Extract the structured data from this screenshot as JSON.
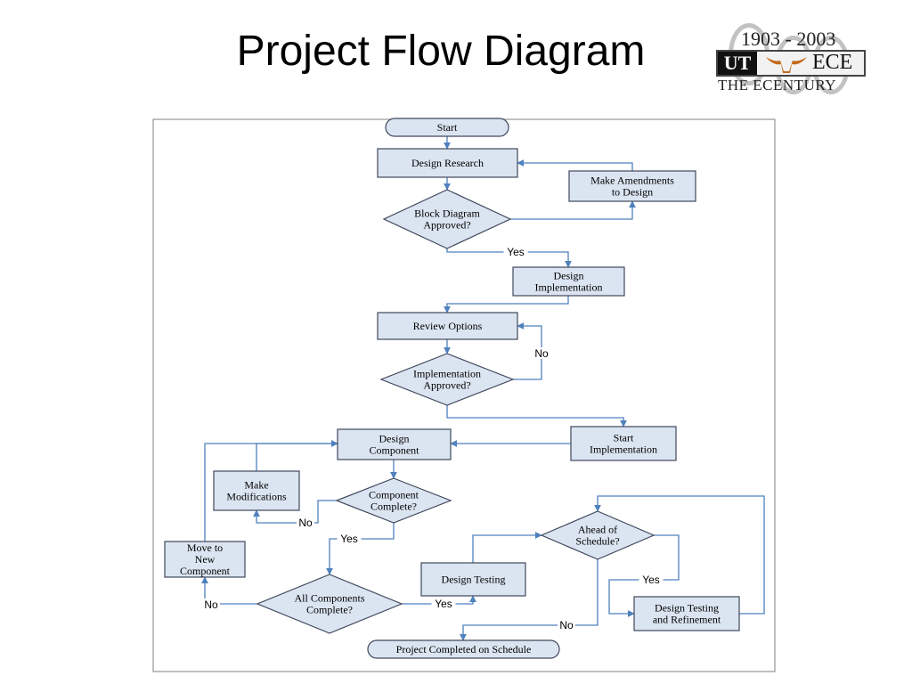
{
  "title": "Project Flow Diagram",
  "logo": {
    "years": "1903 - 2003",
    "left_mark": "UT",
    "right_mark": "ECE",
    "tagline": "THE ECENTURY",
    "tagline_accent": "ECE"
  },
  "diagram": {
    "colors": {
      "node_fill": "#dbe5f1",
      "node_stroke": "#40485c",
      "edge": "#4f81bd",
      "frame": "#808080"
    },
    "nodes": {
      "start": [
        "Start"
      ],
      "design_research": [
        "Design Research"
      ],
      "make_amendments": [
        "Make Amendments",
        "to Design"
      ],
      "block_diagram_approved": [
        "Block Diagram",
        "Approved?"
      ],
      "design_implementation": [
        "Design",
        "Implementation"
      ],
      "review_options": [
        "Review Options"
      ],
      "implementation_approved": [
        "Implementation",
        "Approved?"
      ],
      "start_implementation": [
        "Start",
        "Implementation"
      ],
      "design_component": [
        "Design",
        "Component"
      ],
      "make_modifications": [
        "Make",
        "Modifications"
      ],
      "component_complete": [
        "Component",
        "Complete?"
      ],
      "move_to_new_component": [
        "Move to",
        "New",
        "Component"
      ],
      "all_components_complete": [
        "All Components",
        "Complete?"
      ],
      "design_testing": [
        "Design Testing"
      ],
      "ahead_of_schedule": [
        "Ahead of",
        "Schedule?"
      ],
      "design_testing_refinement": [
        "Design Testing",
        "and Refinement"
      ],
      "project_completed": [
        "Project Completed on Schedule"
      ]
    },
    "edge_labels": {
      "block_yes": "Yes",
      "impl_no": "No",
      "component_no": "No",
      "component_yes": "Yes",
      "all_no": "No",
      "all_yes": "Yes",
      "ahead_yes": "Yes",
      "ahead_no": "No"
    }
  }
}
